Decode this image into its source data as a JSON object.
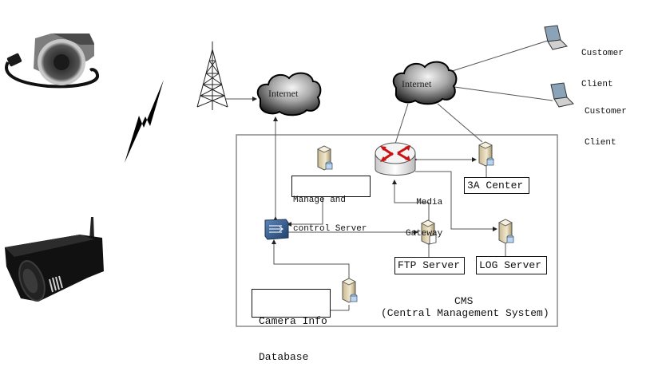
{
  "diagram": {
    "title": "Wireless IP camera surveillance network architecture",
    "colors": {
      "line": "#555555",
      "box_border": "#111111",
      "cms_border": "#888888",
      "router_arrows": "#cc1111",
      "switch": "#2d5a8e"
    },
    "nodes": {
      "camera_dome": {
        "label": "",
        "icon": "ir-dome-camera-icon"
      },
      "camera_bullet": {
        "label": "",
        "icon": "wireless-bullet-camera-icon"
      },
      "wireless_link": {
        "label": "",
        "icon": "lightning-bolt-icon"
      },
      "tower": {
        "label": "",
        "icon": "radio-tower-icon"
      },
      "internet_left": {
        "label": "Internet",
        "icon": "cloud-icon"
      },
      "internet_right": {
        "label": "Internet",
        "icon": "cloud-icon"
      },
      "client_1": {
        "label_line1": "Customer",
        "label_line2": "Client",
        "icon": "laptop-icon"
      },
      "client_2": {
        "label_line1": "Customer",
        "label_line2": "Client",
        "icon": "laptop-icon"
      },
      "media_gateway": {
        "label_line1": "Media",
        "label_line2": "Gateway",
        "icon": "router-icon"
      },
      "center_3a": {
        "label": "3A Center",
        "icon": "server-database-icon"
      },
      "manage_server": {
        "label_line1": "Manage and",
        "label_line2": "control Server",
        "icon": "server-database-icon"
      },
      "switch": {
        "label": "",
        "icon": "switch-icon"
      },
      "ftp_server": {
        "label": "FTP Server",
        "icon": "server-file-icon"
      },
      "log_server": {
        "label": "LOG Server",
        "icon": "server-database-icon"
      },
      "camera_db": {
        "label_line1": "Camera Info",
        "label_line2": "Database",
        "icon": "server-database-icon"
      }
    },
    "cms": {
      "title": "CMS",
      "subtitle": "(Central Management System)"
    },
    "edges": [
      {
        "from": "tower",
        "to": "internet_left",
        "arrow": "end"
      },
      {
        "from": "switch",
        "to": "internet_left",
        "arrow": "both"
      },
      {
        "from": "internet_right",
        "to": "client_1",
        "arrow": "none"
      },
      {
        "from": "internet_right",
        "to": "client_2",
        "arrow": "none"
      },
      {
        "from": "internet_right",
        "to": "media_gateway",
        "arrow": "none"
      },
      {
        "from": "internet_right",
        "to": "center_3a",
        "arrow": "none"
      },
      {
        "from": "media_gateway",
        "to": "center_3a",
        "arrow": "both"
      },
      {
        "from": "media_gateway",
        "to": "log_server",
        "arrow": "end"
      },
      {
        "from": "ftp_server",
        "to": "media_gateway",
        "arrow": "end"
      },
      {
        "from": "manage_server",
        "to": "switch",
        "arrow": "end"
      },
      {
        "from": "switch",
        "to": "ftp_server",
        "arrow": "end"
      },
      {
        "from": "camera_db",
        "to": "switch",
        "arrow": "end"
      }
    ]
  }
}
